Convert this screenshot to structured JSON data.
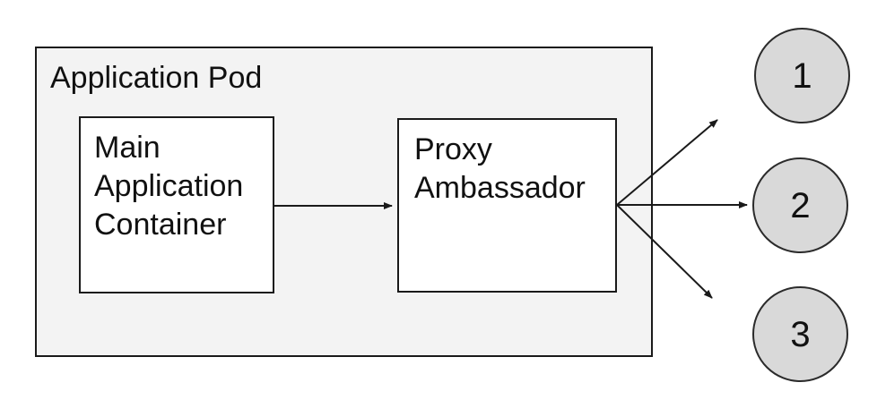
{
  "diagram": {
    "pod": {
      "label": "Application Pod"
    },
    "containers": [
      {
        "label": "Main Application Container"
      },
      {
        "label": "Proxy Ambassador"
      }
    ],
    "nodes": [
      {
        "label": "1"
      },
      {
        "label": "2"
      },
      {
        "label": "3"
      }
    ],
    "edges": [
      {
        "name": "main-to-proxy"
      },
      {
        "name": "proxy-to-node-1"
      },
      {
        "name": "proxy-to-node-2"
      },
      {
        "name": "proxy-to-node-3"
      }
    ],
    "colors": {
      "pod_fill": "#f3f3f3",
      "box_fill": "#ffffff",
      "node_fill": "#d9d9d9",
      "border": "#1a1a1a",
      "text": "#111111"
    }
  }
}
